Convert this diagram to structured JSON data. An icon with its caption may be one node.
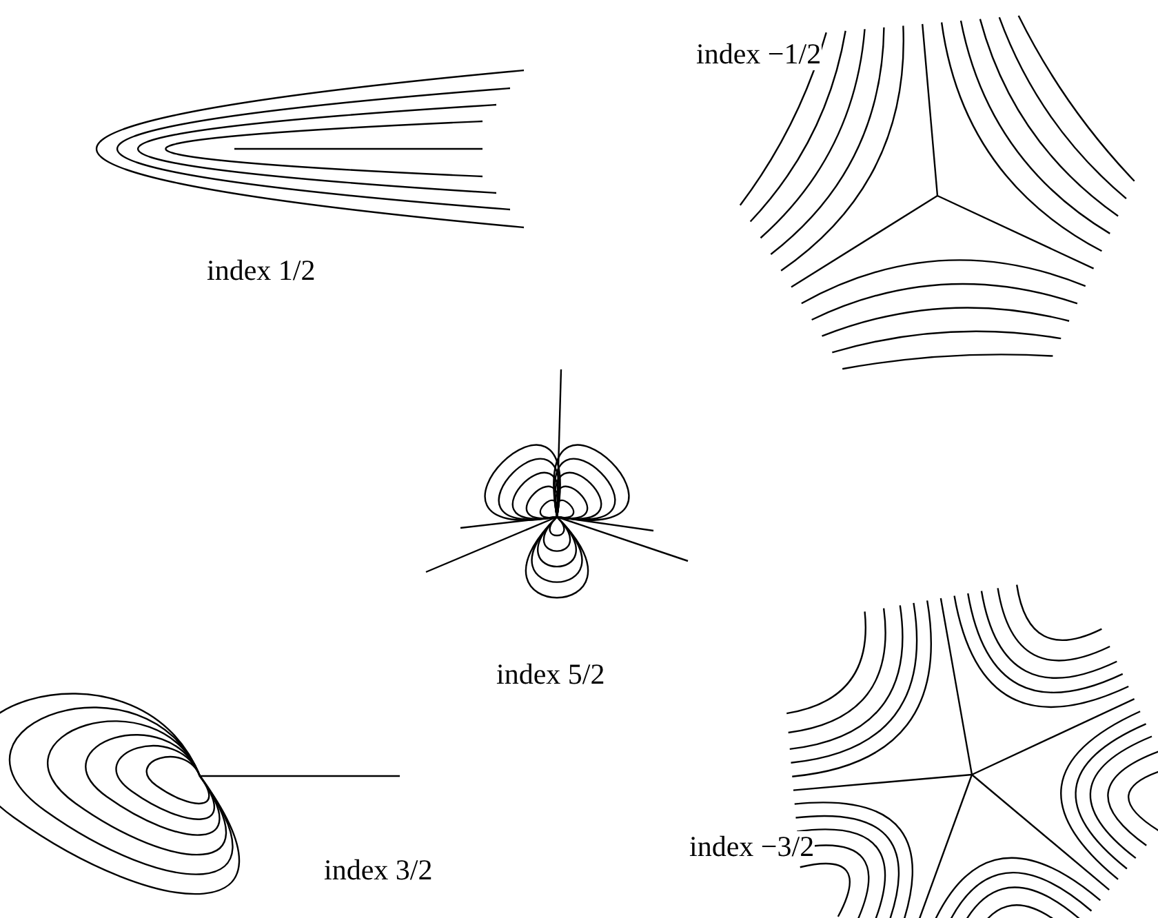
{
  "diagram": {
    "labels": [
      "index −1/2",
      "index 1/2",
      "index 5/2",
      "index −3/2",
      "index 3/2"
    ]
  }
}
